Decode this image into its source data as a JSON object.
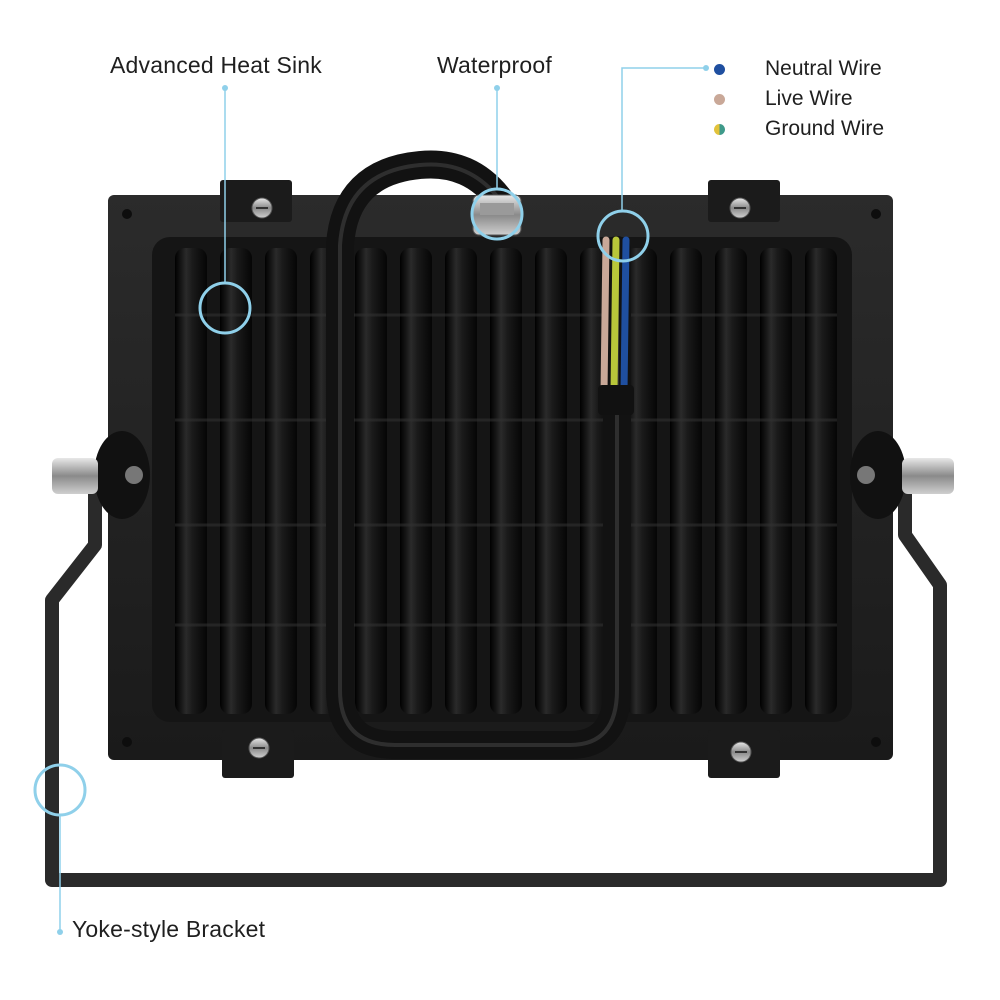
{
  "callouts": {
    "heat_sink": "Advanced Heat Sink",
    "waterproof": "Waterproof",
    "bracket": "Yoke-style Bracket"
  },
  "legend": [
    {
      "label": "Neutral Wire",
      "colors": [
        "#1f4fa0",
        "#1f4fa0"
      ]
    },
    {
      "label": "Live Wire",
      "colors": [
        "#c9a898",
        "#c9a898"
      ]
    },
    {
      "label": "Ground Wire",
      "colors": [
        "#e2c23a",
        "#3f9a8a"
      ]
    }
  ],
  "colors": {
    "leader_line": "#8fd0ea",
    "housing": "#232323",
    "fin": "#0b0b0b",
    "bracket": "#2a2a2a"
  }
}
